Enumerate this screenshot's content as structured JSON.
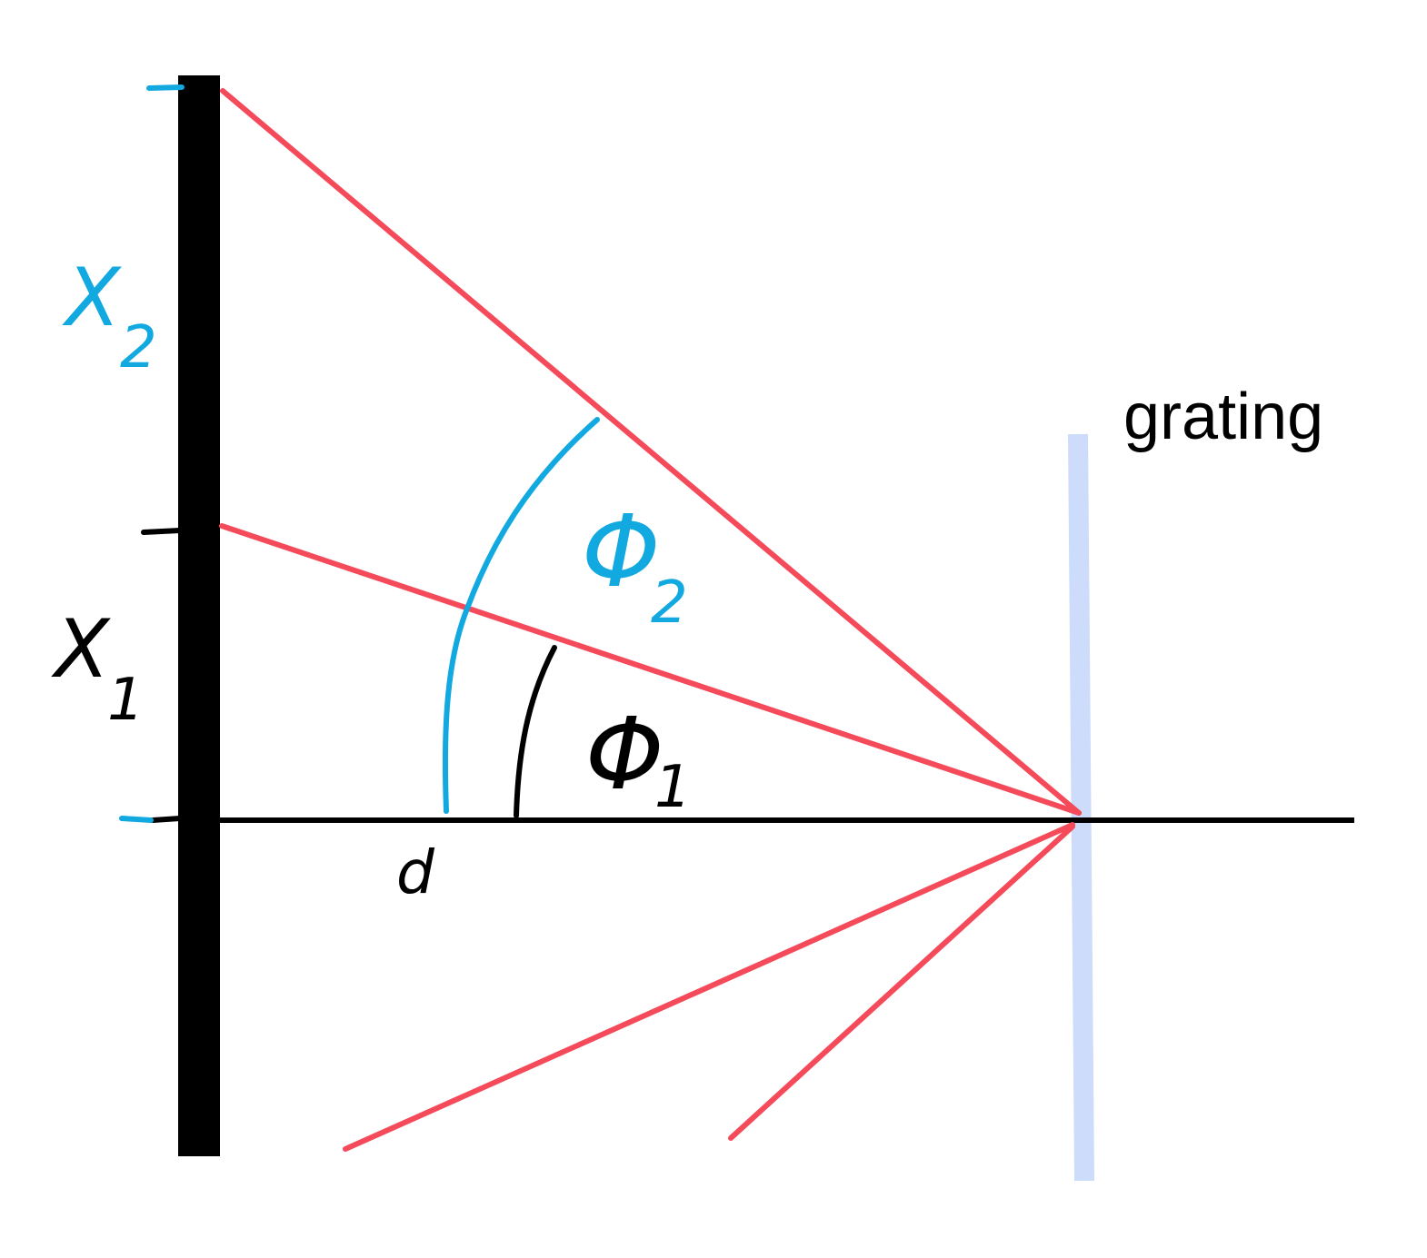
{
  "labels": {
    "grating": "grating",
    "x1": "X",
    "x1_sub": "1",
    "x2": "X",
    "x2_sub": "2",
    "phi1": "Φ",
    "phi1_sub": "1",
    "phi2": "Φ",
    "phi2_sub": "2",
    "d": "d"
  },
  "colors": {
    "screen": "#000000",
    "axis": "#000000",
    "rays": "#f44a5a",
    "grating": "#cddcfa",
    "accent_blue": "#12a8e0",
    "text_black": "#000000"
  }
}
